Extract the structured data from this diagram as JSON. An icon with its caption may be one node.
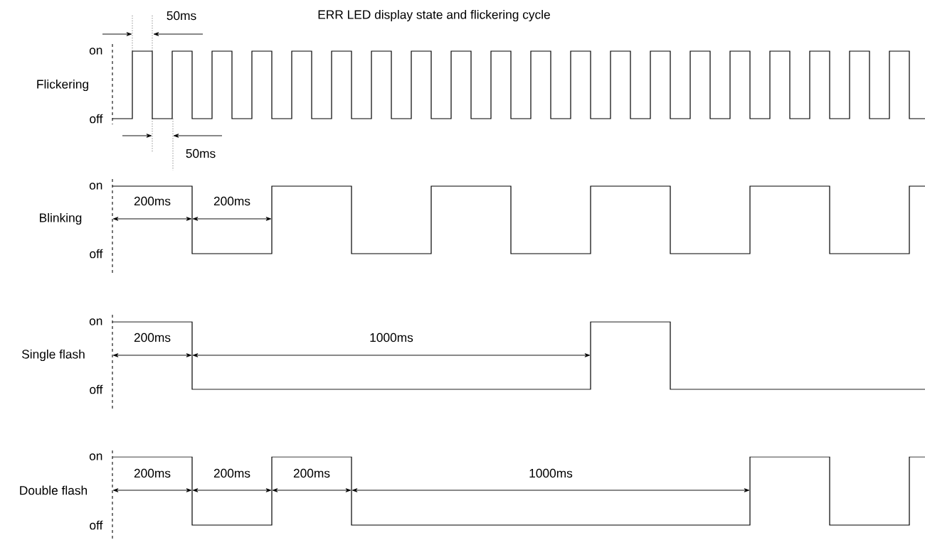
{
  "diagram": {
    "title": "ERR LED display state and flickering cycle",
    "labels": [
      "50ms",
      "on",
      "Flickering",
      "off",
      "50ms",
      "on",
      "200ms",
      "200ms",
      "Blinking",
      "off",
      "on",
      "200ms",
      "1000ms",
      "Single flash",
      "off",
      "on",
      "200ms",
      "200ms",
      "200ms",
      "1000ms",
      "Double flash",
      "off"
    ]
  }
}
